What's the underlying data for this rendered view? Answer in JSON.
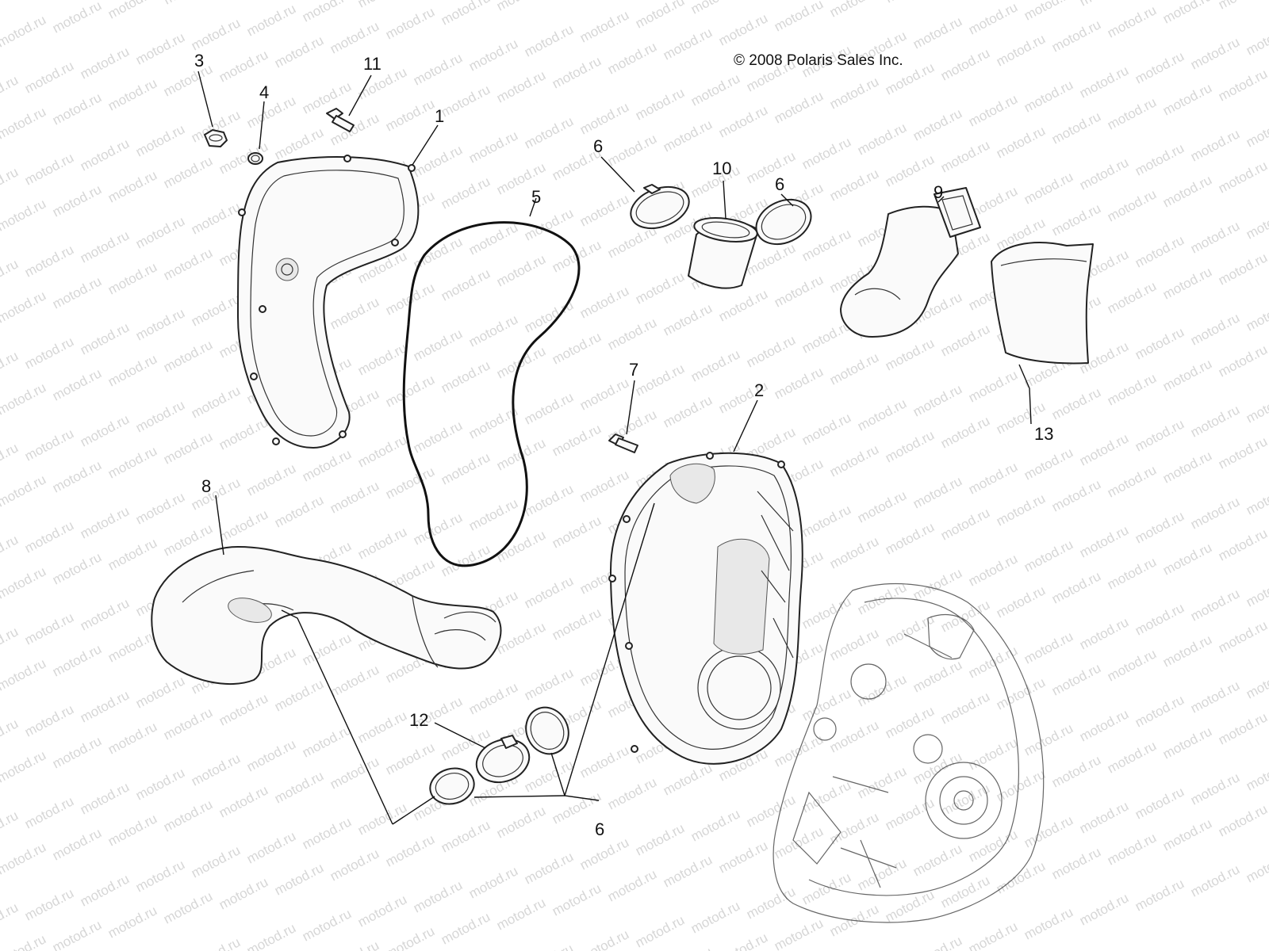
{
  "copyright": "© 2008 Polaris Sales Inc.",
  "watermark": "motod.ru",
  "callouts": {
    "c1": "1",
    "c2": "2",
    "c3": "3",
    "c4": "4",
    "c5": "5",
    "c6a": "6",
    "c6b": "6",
    "c6c": "6",
    "c7": "7",
    "c8": "8",
    "c9": "9",
    "c10": "10",
    "c11": "11",
    "c12": "12",
    "c13": "13"
  }
}
